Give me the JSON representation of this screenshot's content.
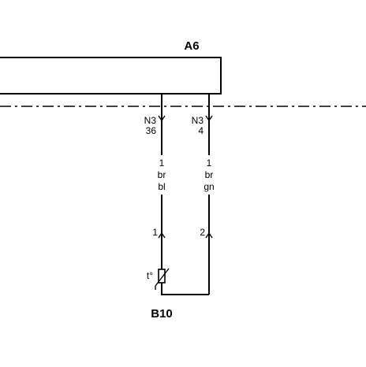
{
  "components": {
    "a6": {
      "label": "A6"
    },
    "b10": {
      "label": "B10",
      "temp_symbol": "t°"
    }
  },
  "wires": [
    {
      "connector": "N3",
      "connector_pin": "36",
      "section": "1",
      "color1": "br",
      "color2": "bl",
      "terminal": "1"
    },
    {
      "connector": "N3",
      "connector_pin": "4",
      "section": "1",
      "color1": "br",
      "color2": "gn",
      "terminal": "2"
    }
  ]
}
